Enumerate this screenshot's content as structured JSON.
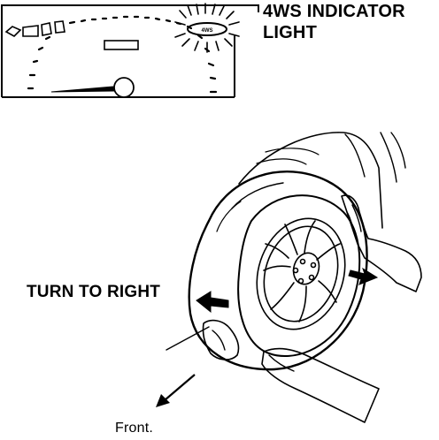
{
  "labels": {
    "indicator_line1": "4WS INDICATOR",
    "indicator_line2": "LIGHT",
    "indicator_lamp_text": "4WS",
    "turn": "TURN TO RIGHT",
    "front": "Front."
  },
  "icons": {
    "indicator": "glowing-lamp-icon",
    "turn_arrow": "left-arrow-icon",
    "push_arrow": "right-arrow-icon",
    "front_arrow": "down-left-arrow-icon"
  },
  "colors": {
    "ink": "#000000",
    "paper": "#ffffff"
  }
}
